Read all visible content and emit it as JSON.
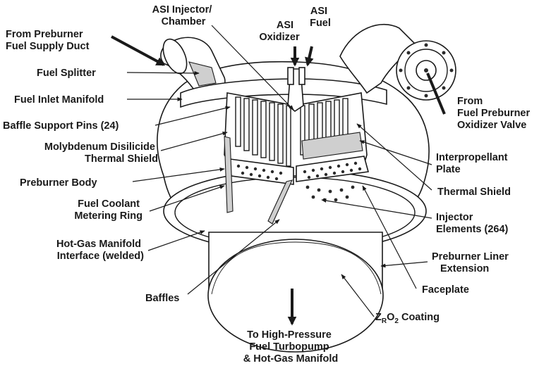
{
  "labels": {
    "from_preburner_1": "From Preburner",
    "from_preburner_2": "Fuel Supply Duct",
    "fuel_splitter": "Fuel Splitter",
    "fuel_inlet_manifold": "Fuel Inlet Manifold",
    "baffle_support_pins": "Baffle Support Pins (24)",
    "moly_1": "Molybdenum Disilicide",
    "moly_2": "Thermal Shield",
    "preburner_body": "Preburner Body",
    "coolant_1": "Fuel Coolant",
    "coolant_2": "Metering Ring",
    "hot_gas_1": "Hot-Gas Manifold",
    "hot_gas_2": "Interface (welded)",
    "baffles": "Baffles",
    "asi_injector_1": "ASI Injector/",
    "asi_injector_2": "Chamber",
    "asi_oxidizer_1": "ASI",
    "asi_oxidizer_2": "Oxidizer",
    "asi_fuel_1": "ASI",
    "asi_fuel_2": "Fuel",
    "from_valve_1": "From",
    "from_valve_2": "Fuel Preburner",
    "from_valve_3": "Oxidizer Valve",
    "interprop_1": "Interpropellant",
    "interprop_2": "Plate",
    "thermal_shield": "Thermal Shield",
    "injector_el_1": "Injector",
    "injector_el_2": "Elements (264)",
    "liner_1": "Preburner Liner",
    "liner_2": "Extension",
    "faceplate": "Faceplate",
    "coating_z": "Z",
    "coating_r": "R",
    "coating_o": "O",
    "coating_2": "2",
    "coating_rest": " Coating",
    "to_hp_1": "To High-Pressure",
    "to_hp_2": "Fuel Turbopump",
    "to_hp_3": "& Hot-Gas Manifold"
  }
}
